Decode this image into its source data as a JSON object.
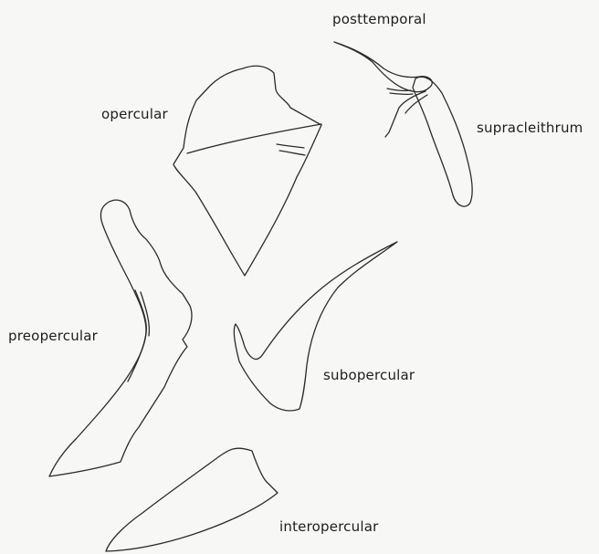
{
  "diagram": {
    "labels": {
      "posttemporal": "posttemporal",
      "opercular": "opercular",
      "supracleithrum": "supracleithrum",
      "preopercular": "preopercular",
      "subopercular": "subopercular",
      "interopercular": "interopercular"
    },
    "colors": {
      "background": "#f7f7f5",
      "line": "#2b2b2b",
      "text": "#1d1d1d"
    }
  }
}
